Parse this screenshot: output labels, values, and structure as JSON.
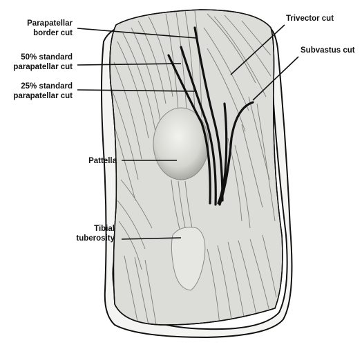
{
  "labels": {
    "parapatellar_border_cut": [
      "Parapatellar",
      "border cut"
    ],
    "standard_50_cut": [
      "50% standard",
      "parapatellar cut"
    ],
    "standard_25_cut": [
      "25% standard",
      "parapatellar cut"
    ],
    "patella": "Pattella",
    "tibial_tuberosity": [
      "Tibial",
      "tuberosity"
    ],
    "trivector_cut": "Trivector cut",
    "subvastus_cut": "Subvastus cut"
  },
  "colors": {
    "ink": "#111111",
    "skin": "#f4f4f2",
    "tissue": "#dcdcd8",
    "tissue_dark": "#b8b8b3",
    "muscle_line": "#7d7d78"
  }
}
